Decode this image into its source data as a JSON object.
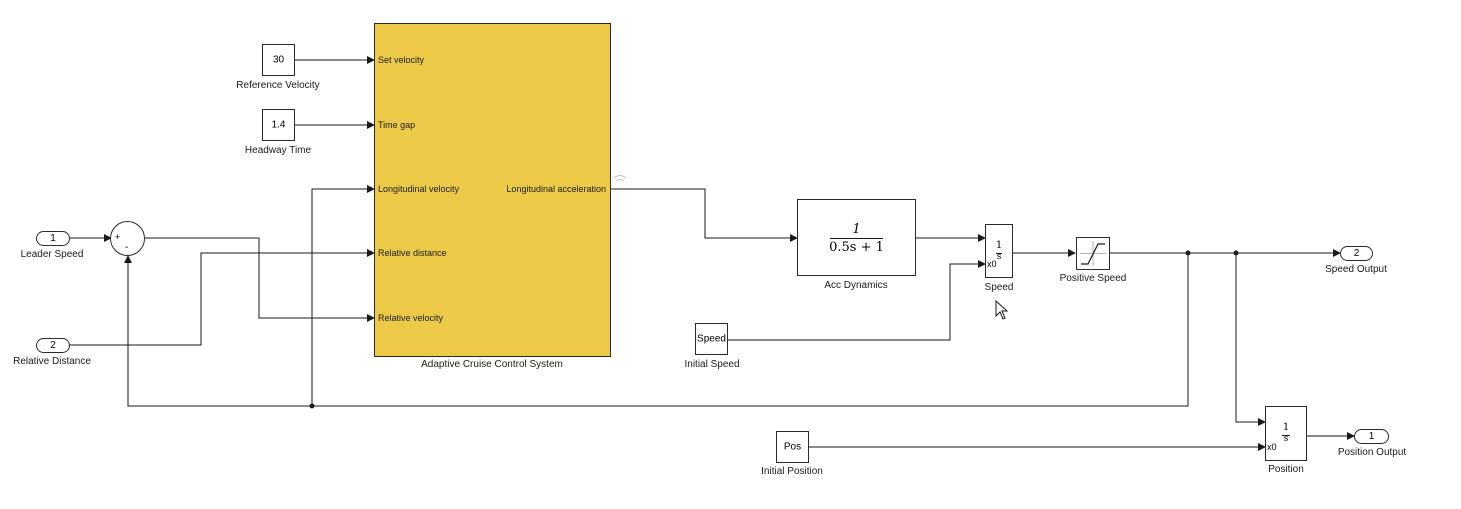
{
  "blocks": {
    "reference_velocity": {
      "value": "30",
      "label": "Reference Velocity"
    },
    "headway_time": {
      "value": "1.4",
      "label": "Headway Time"
    },
    "leader_speed": {
      "port": "1",
      "label": "Leader Speed"
    },
    "relative_distance": {
      "port": "2",
      "label": "Relative Distance"
    },
    "sum": {
      "plus": "+",
      "minus": "-"
    },
    "acc_system": {
      "label": "Adaptive Cruise Control System",
      "inputs": [
        "Set velocity",
        "Time gap",
        "Longitudinal velocity",
        "Relative distance",
        "Relative velocity"
      ],
      "output": "Longitudinal acceleration",
      "color": "#ecca48"
    },
    "acc_dynamics": {
      "numerator": "1",
      "denominator": "0.5s + 1",
      "label": "Acc Dynamics"
    },
    "speed_integrator": {
      "numerator": "1",
      "denominator": "s",
      "ic": "x0",
      "label": "Speed"
    },
    "initial_speed": {
      "value": "Speed",
      "label": "Initial Speed"
    },
    "positive_speed": {
      "label": "Positive Speed"
    },
    "speed_output": {
      "port": "2",
      "label": "Speed Output"
    },
    "position_integrator": {
      "numerator": "1",
      "denominator": "s",
      "ic": "x0",
      "label": "Position"
    },
    "initial_position": {
      "value": "Pos",
      "label": "Initial Position"
    },
    "position_output": {
      "port": "1",
      "label": "Position Output"
    }
  }
}
